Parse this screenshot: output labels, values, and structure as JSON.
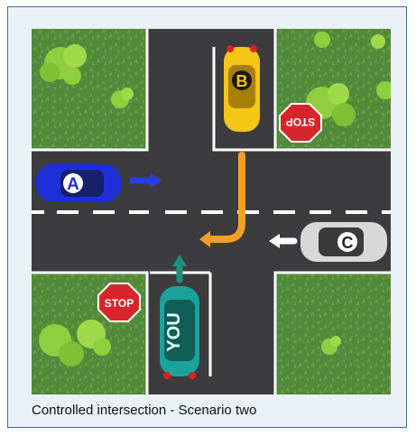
{
  "caption": "Controlled intersection - Scenario two",
  "vehicles": {
    "a": {
      "label": "A",
      "color": "#1f2fd8",
      "heading": "east"
    },
    "b": {
      "label": "B",
      "color": "#f5c518",
      "heading": "south"
    },
    "c": {
      "label": "C",
      "color": "#d8d8d8",
      "heading": "west"
    },
    "you": {
      "label": "YOU",
      "color": "#19a39a",
      "heading": "north"
    }
  },
  "signs": {
    "stop_sw": "STOP",
    "stop_ne": "STOP"
  },
  "colors": {
    "road": "#3c3c3f",
    "grass": "#52893b",
    "arrow_blue": "#2a3bf0",
    "arrow_orange": "#f3a126",
    "arrow_white": "#ffffff",
    "arrow_teal": "#1d8f7f",
    "stop_red": "#d7262b",
    "frame_border": "#3e6e98"
  }
}
